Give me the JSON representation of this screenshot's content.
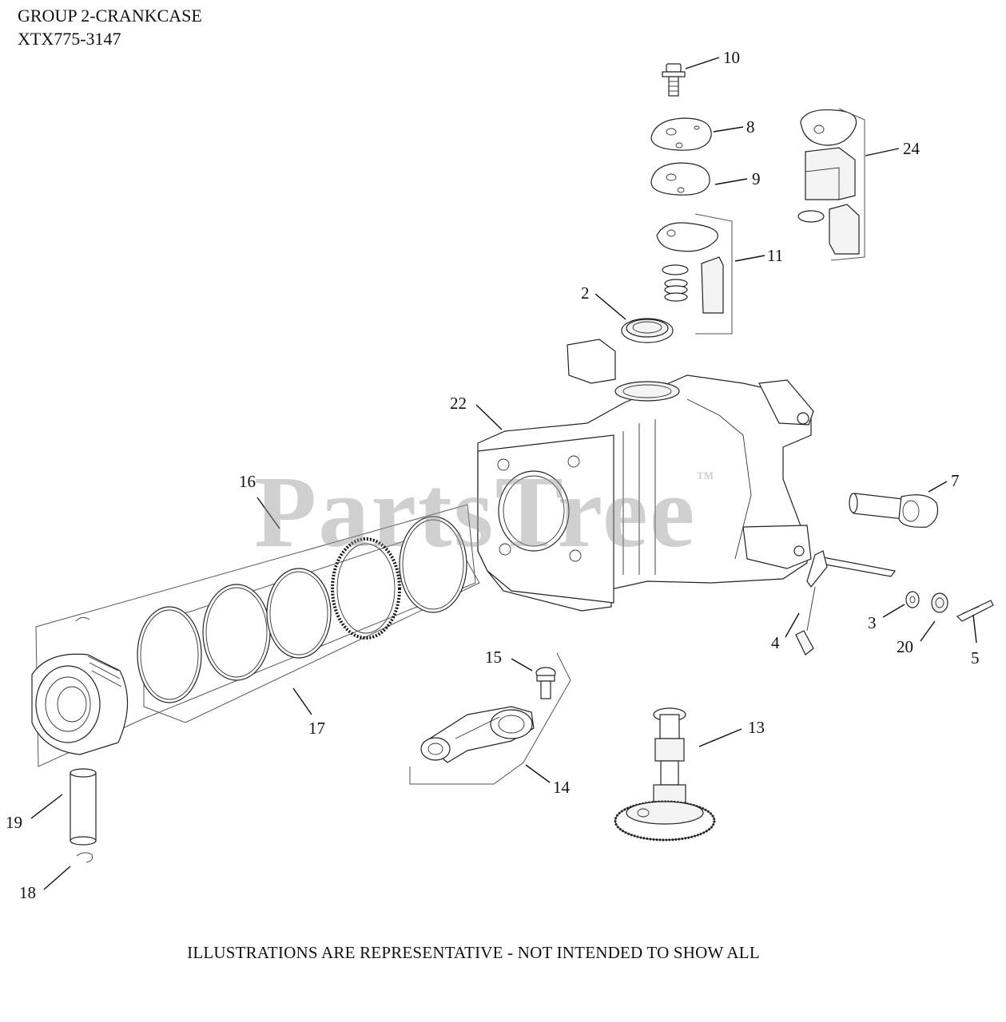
{
  "header": {
    "line1": "GROUP 2-CRANKCASE",
    "line2": "XTX775-3147"
  },
  "footer": {
    "note": "ILLUSTRATIONS ARE REPRESENTATIVE - NOT INTENDED TO SHOW ALL"
  },
  "watermark": {
    "text": "PartsTree",
    "mark": "™"
  },
  "callouts": {
    "c10": "10",
    "c8": "8",
    "c24": "24",
    "c9": "9",
    "c11": "11",
    "c2": "2",
    "c22": "22",
    "c16": "16",
    "c7": "7",
    "c3": "3",
    "c4": "4",
    "c20": "20",
    "c5": "5",
    "c15": "15",
    "c17": "17",
    "c13": "13",
    "c14": "14",
    "c19": "19",
    "c18": "18"
  }
}
